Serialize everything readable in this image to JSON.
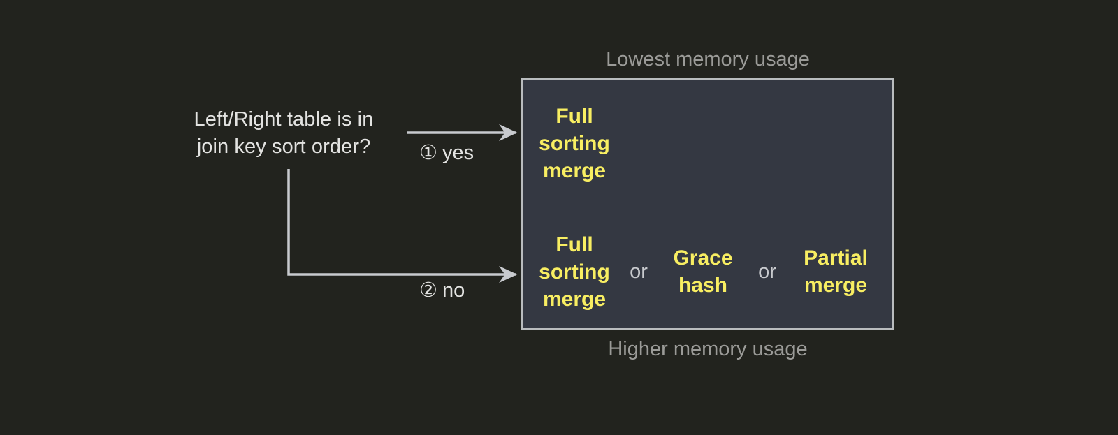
{
  "colors": {
    "background": "#22231e",
    "panel_background": "#343842",
    "panel_border": "#b9bcbe",
    "option_text": "#f8ee62",
    "body_text": "#e3e3e1",
    "caption_text": "#9b9b98",
    "connector": "#c8cace"
  },
  "decision": {
    "question": "Left/Right table is in\njoin key sort order?"
  },
  "branches": [
    {
      "marker": "①",
      "label": "yes"
    },
    {
      "marker": "②",
      "label": "no"
    }
  ],
  "captions": {
    "top": "Lowest memory usage",
    "bottom": "Higher memory usage"
  },
  "panel": {
    "rows": [
      {
        "branch": "yes",
        "options": [
          {
            "label": "Full\nsorting\nmerge"
          }
        ],
        "separators": []
      },
      {
        "branch": "no",
        "options": [
          {
            "label": "Full\nsorting\nmerge"
          },
          {
            "label": "Grace\nhash"
          },
          {
            "label": "Partial\nmerge"
          }
        ],
        "separators": [
          {
            "label": "or"
          },
          {
            "label": "or"
          }
        ]
      }
    ]
  }
}
